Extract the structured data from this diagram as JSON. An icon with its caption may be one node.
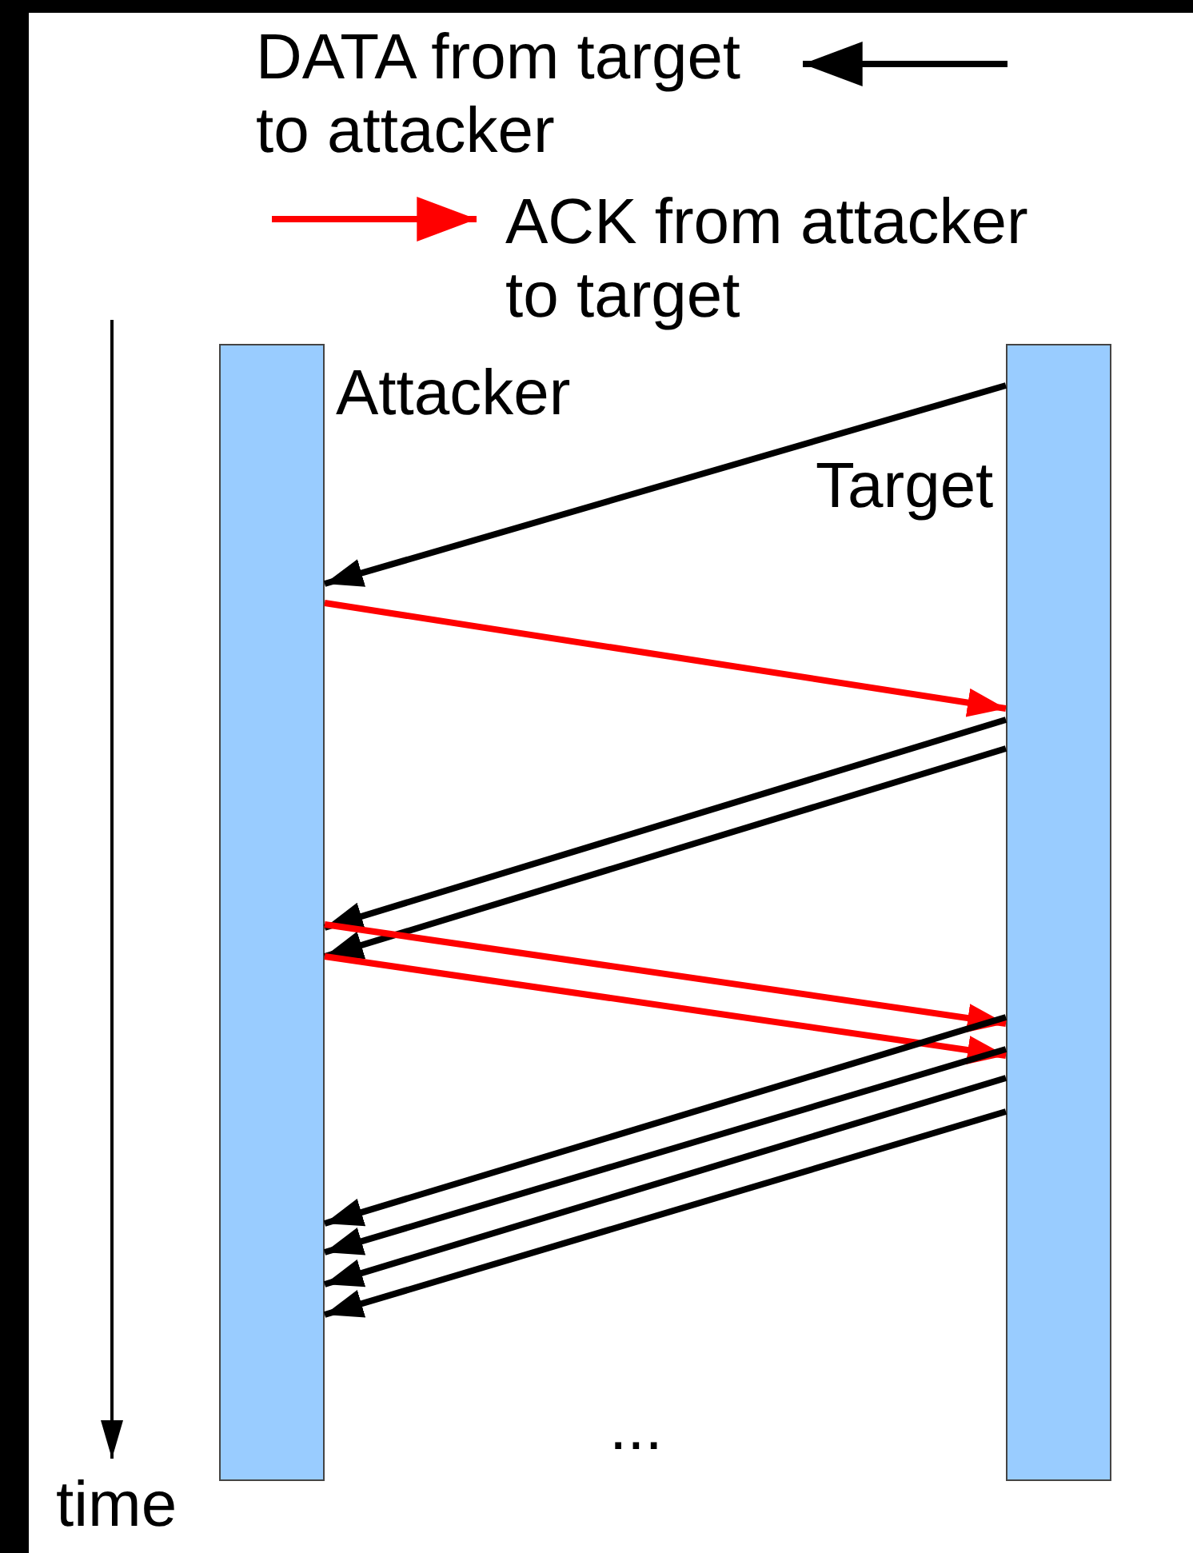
{
  "diagram": {
    "nodes": [
      {
        "text": [],
        "shape": "bar",
        "beside": [
          "Attacker"
        ]
      },
      {
        "text": [],
        "shape": "bar",
        "beside": [
          "Target"
        ]
      }
    ],
    "edges": [
      {
        "from": 1,
        "to": 0,
        "arrow": "to"
      },
      {
        "from": 0,
        "to": 1,
        "arrow": "to",
        "color": "#ff0000"
      },
      {
        "from": 1,
        "to": 0,
        "arrow": "to"
      },
      {
        "from": 1,
        "to": 0,
        "arrow": "to"
      },
      {
        "from": 0,
        "to": 1,
        "arrow": "to",
        "color": "#ff0000"
      },
      {
        "from": 0,
        "to": 1,
        "arrow": "to",
        "color": "#ff0000"
      },
      {
        "from": 1,
        "to": 0,
        "arrow": "to"
      },
      {
        "from": 1,
        "to": 0,
        "arrow": "to"
      },
      {
        "from": 1,
        "to": 0,
        "arrow": "to"
      },
      {
        "from": 1,
        "to": 0,
        "arrow": "to"
      }
    ],
    "labels": [
      "...",
      "time"
    ],
    "legend": [
      {
        "text": "DATA from target to attacker"
      },
      {
        "text": "ACK from attacker to target"
      }
    ]
  }
}
